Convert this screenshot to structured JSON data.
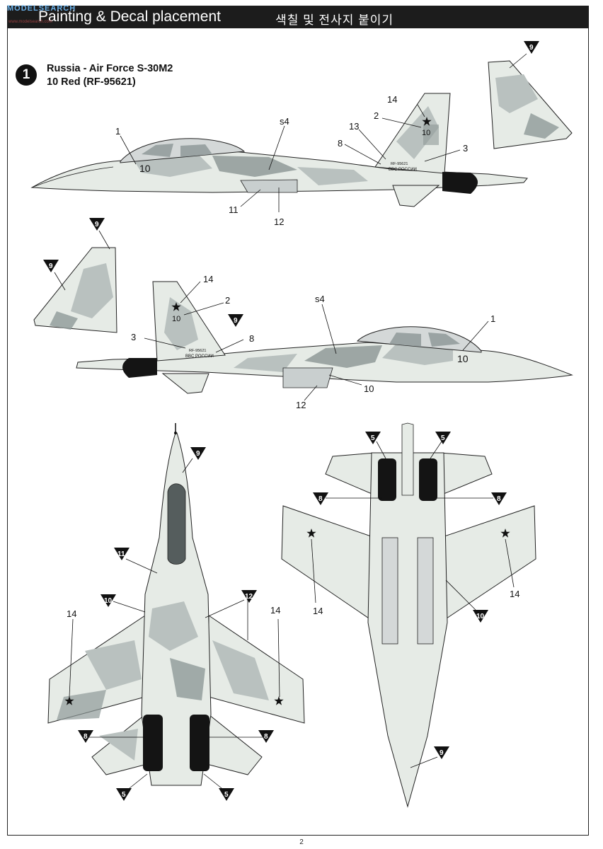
{
  "header": {
    "watermark": "MODELSEARCH",
    "watermark_sub": "www.modelsearch.com",
    "title_en": "Painting & Decal placement",
    "title_ko": "색칠 및 전사지 붙이기"
  },
  "scheme": {
    "number": "1",
    "title_line1": "Russia - Air Force S-30M2",
    "title_line2": "10 Red (RF-95621)"
  },
  "aircraft_markings": {
    "tail_number": "10",
    "registration": "RF-95621",
    "air_force_text": "BBC РОССИИ"
  },
  "callouts": {
    "c1": "1",
    "c2": "2",
    "c3": "3",
    "c5": "5",
    "c8": "8",
    "c9": "9",
    "c10": "10",
    "c11": "11",
    "c12": "12",
    "c13": "13",
    "c14": "14",
    "s4": "s4"
  },
  "colors": {
    "camo_light": "#e6ebe6",
    "camo_mid": "#b9c1bf",
    "camo_dark": "#8f9a98",
    "black": "#141414"
  },
  "page_number": "2"
}
